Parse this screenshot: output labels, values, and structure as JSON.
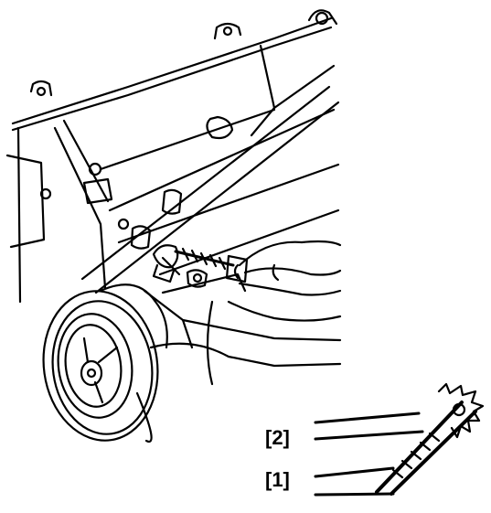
{
  "callouts": [
    {
      "id": "2",
      "text": "[2]"
    },
    {
      "id": "1",
      "text": "[1]"
    }
  ],
  "colors": {
    "ink": "#000000",
    "paper": "#ffffff",
    "hatch": "#6a6a6a"
  }
}
